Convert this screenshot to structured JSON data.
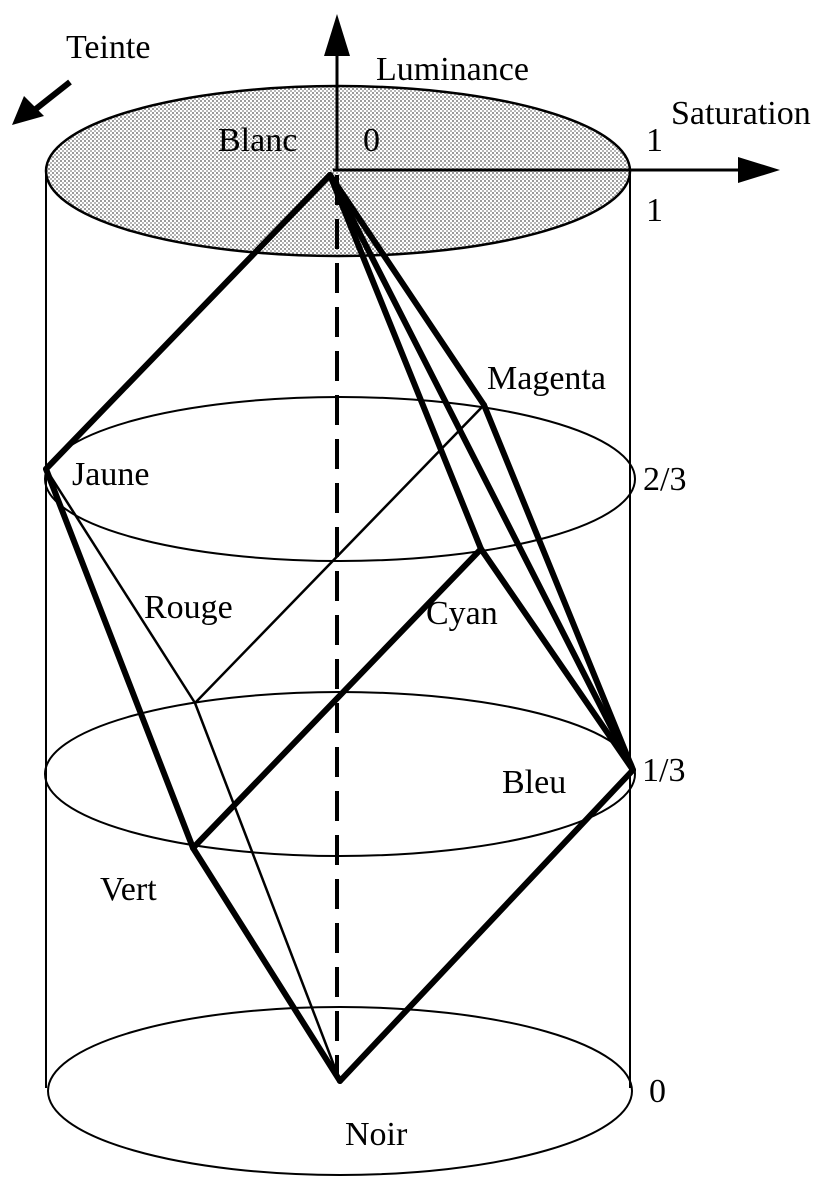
{
  "axes": {
    "hue": "Teinte",
    "luminance": "Luminance",
    "saturation": "Saturation"
  },
  "saturation_ticks": {
    "zero": "0",
    "one": "1"
  },
  "luminance_ticks": {
    "top": "1",
    "two_thirds": "2/3",
    "one_third": "1/3",
    "bottom": "0"
  },
  "vertices": {
    "white": "Blanc",
    "yellow": "Jaune",
    "magenta": "Magenta",
    "red": "Rouge",
    "cyan": "Cyan",
    "blue": "Bleu",
    "green": "Vert",
    "black": "Noir"
  },
  "colors": {
    "ink": "#000000",
    "top_fill": "#d9d9d9",
    "background": "#ffffff"
  }
}
